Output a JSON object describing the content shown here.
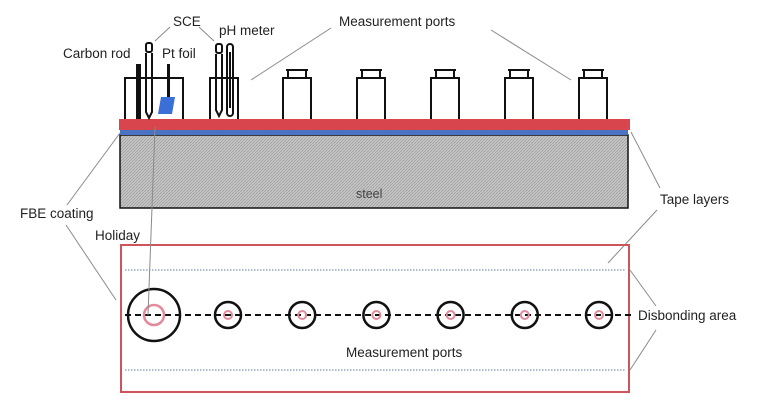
{
  "diagram": {
    "labels": {
      "sce": "SCE",
      "carbon_rod": "Carbon rod",
      "pt_foil": "Pt foil",
      "ph_meter": "pH meter",
      "measurement_ports_top": "Measurement ports",
      "steel": "steel",
      "fbe_coating": "FBE coating",
      "holiday": "Holiday",
      "tape_layers": "Tape layers",
      "disbonding_area": "Disbonding area",
      "measurement_ports_bottom": "Measurement ports"
    },
    "colors": {
      "tape_layer": "#d9454d",
      "fbe_coating": "#4a73c4",
      "steel": "#c4c4c4",
      "pt_foil": "#3a6fd8",
      "outline_plan": "#d0525a",
      "holiday_ring": "#e38a9b",
      "dotted_line": "#5a7ea0"
    },
    "side_view": {
      "measurement_port_count": 5
    },
    "plan_view": {
      "holiday_count": 1,
      "measurement_port_count": 6
    }
  }
}
